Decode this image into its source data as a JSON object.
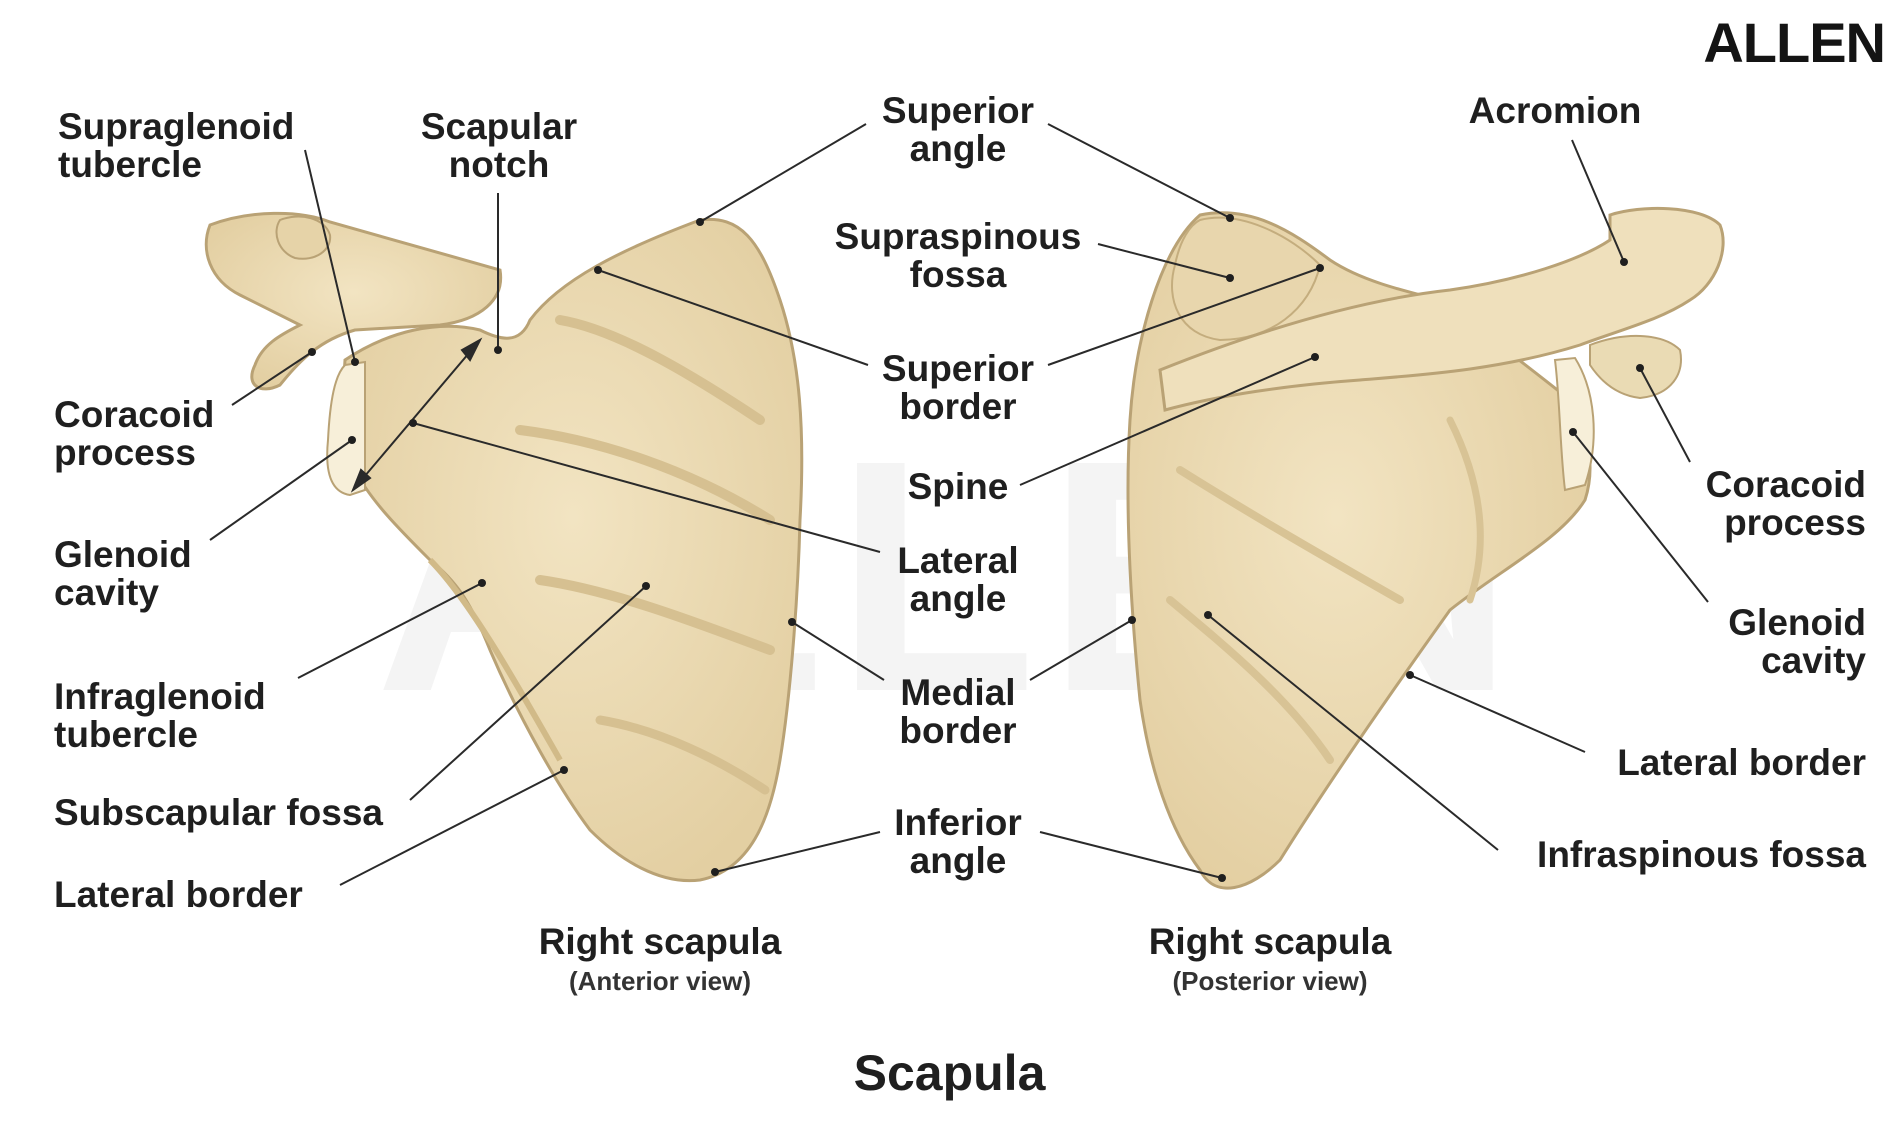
{
  "brand": "ALLEN",
  "title": "Scapula",
  "anterior": {
    "caption": "Right scapula",
    "view": "(Anterior view)",
    "labels": {
      "supraglenoid_1": "Supraglenoid",
      "supraglenoid_2": "tubercle",
      "scapular_notch_1": "Scapular",
      "scapular_notch_2": "notch",
      "coracoid_1": "Coracoid",
      "coracoid_2": "process",
      "glenoid_1": "Glenoid",
      "glenoid_2": "cavity",
      "infraglenoid_1": "Infraglenoid",
      "infraglenoid_2": "tubercle",
      "subscapular_fossa": "Subscapular fossa",
      "lateral_border": "Lateral border"
    }
  },
  "shared": {
    "superior_angle_1": "Superior",
    "superior_angle_2": "angle",
    "supraspinous_1": "Supraspinous",
    "supraspinous_2": "fossa",
    "superior_border_1": "Superior",
    "superior_border_2": "border",
    "spine": "Spine",
    "lateral_angle_1": "Lateral",
    "lateral_angle_2": "angle",
    "medial_border_1": "Medial",
    "medial_border_2": "border",
    "inferior_angle_1": "Inferior",
    "inferior_angle_2": "angle"
  },
  "posterior": {
    "caption": "Right scapula",
    "view": "(Posterior view)",
    "labels": {
      "acromion": "Acromion",
      "coracoid_1": "Coracoid",
      "coracoid_2": "process",
      "glenoid_1": "Glenoid",
      "glenoid_2": "cavity",
      "lateral_border": "Lateral border",
      "infraspinous_fossa": "Infraspinous fossa"
    }
  },
  "colors": {
    "bone_fill": "#ecdcb6",
    "bone_shade": "#d9c493",
    "bone_outline": "#b9a275",
    "leader_line": "#2a2a2a",
    "text": "#1f1f1f"
  }
}
